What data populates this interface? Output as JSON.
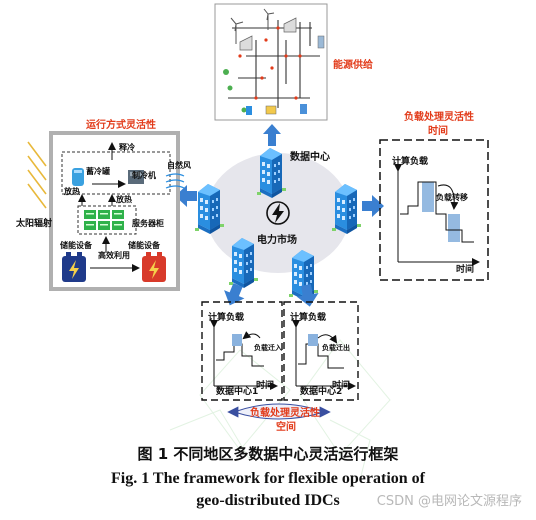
{
  "labels": {
    "energy_supply": "能源供给",
    "data_center": "数据中心",
    "power_market": "电力市场",
    "operation_flexibility": "运行方式灵活性",
    "load_time_flex_l1": "负载处理灵活性",
    "load_time_flex_l2": "时间",
    "load_space_flex_l1": "负载处理灵活性",
    "load_space_flex_l2": "空间",
    "cooling_release": "释冷",
    "cold_storage_tank": "蓄冷罐",
    "chiller": "制冷机",
    "natural_wind": "自然风",
    "heat_release_1": "放热",
    "heat_release_2": "放热",
    "solar_radiation": "太阳辐射",
    "server_rack": "服务器柜",
    "storage_device_1": "储能设备",
    "storage_device_2": "储能设备",
    "efficient_use": "高效利用",
    "compute_load_right": "计算负载",
    "load_shift": "负载转移",
    "time_axis_right": "时间",
    "compute_load_dc1": "计算负载",
    "load_migrate_in": "负载迁入",
    "time_axis_dc1": "时间",
    "dc1_label": "数据中心1",
    "compute_load_dc2": "计算负载",
    "load_migrate_out": "负载迁出",
    "time_axis_dc2": "时间",
    "dc2_label": "数据中心2"
  },
  "caption": {
    "cn": "图 1  不同地区多数据中心灵活运行框架",
    "en_line1": "Fig. 1 The framework for flexible operation of",
    "en_line2": "geo-distributed IDCs"
  },
  "watermark": "CSDN @电网论文源程序",
  "colors": {
    "accent_red": "#e23b1a",
    "building_blue": "#2a8ee0",
    "hub_fill": "#e6e6ec",
    "arrow_blue": "#3a7fd0",
    "bar_blue": "#8ab2de",
    "battery_blue": "#1f3a8a",
    "battery_red": "#d83a2a",
    "server_green": "#2fb24a"
  }
}
